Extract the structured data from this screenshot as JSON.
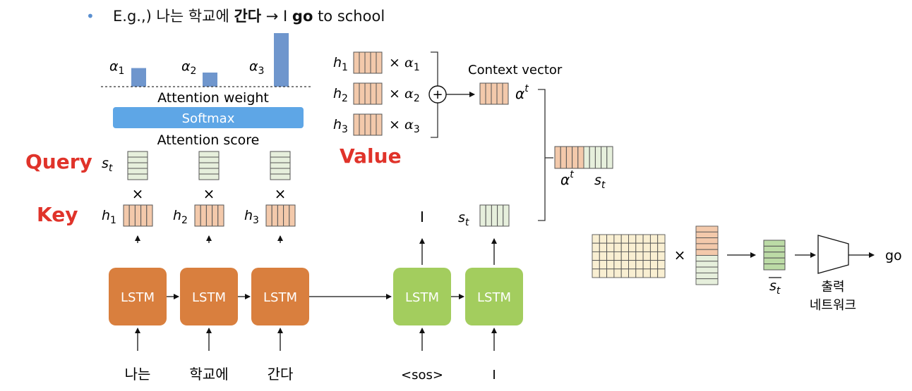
{
  "colors": {
    "encoder_lstm": "#d97f3e",
    "decoder_lstm": "#a3cd5e",
    "softmax_bar": "#5ea6e6",
    "attention_bars": "#6f96cd",
    "value_cell": "#f3c9ab",
    "query_cell": "#e6efdc",
    "label_red": "#e0332a"
  },
  "example": {
    "bullet": "•",
    "prefix": "E.g.,) 나는 학교에 ",
    "bold_word": "간다",
    "arrow": " → I ",
    "bold_output": "go",
    "suffix": " to school"
  },
  "attention": {
    "alpha_symbol": "α",
    "alpha_subs": [
      "1",
      "2",
      "3"
    ],
    "weights": [
      0.33,
      0.25,
      0.95
    ],
    "weight_label": "Attention weight",
    "softmax_label": "Softmax",
    "score_label": "Attention score"
  },
  "labels": {
    "query": "Query",
    "key": "Key",
    "value": "Value",
    "context_vector": "Context vector",
    "times": "×",
    "plus": "+"
  },
  "symbols": {
    "h": "h",
    "s": "s",
    "t": "t",
    "alpha": "α"
  },
  "encoder": {
    "lstm_label": "LSTM",
    "inputs": [
      "나는",
      "학교에",
      "간다"
    ]
  },
  "decoder": {
    "lstm_label": "LSTM",
    "inputs": [
      "<sos>",
      "I"
    ],
    "outputs": [
      "I"
    ]
  },
  "output_network": {
    "label_line1": "출력",
    "label_line2": "네트워크",
    "result": "go"
  }
}
